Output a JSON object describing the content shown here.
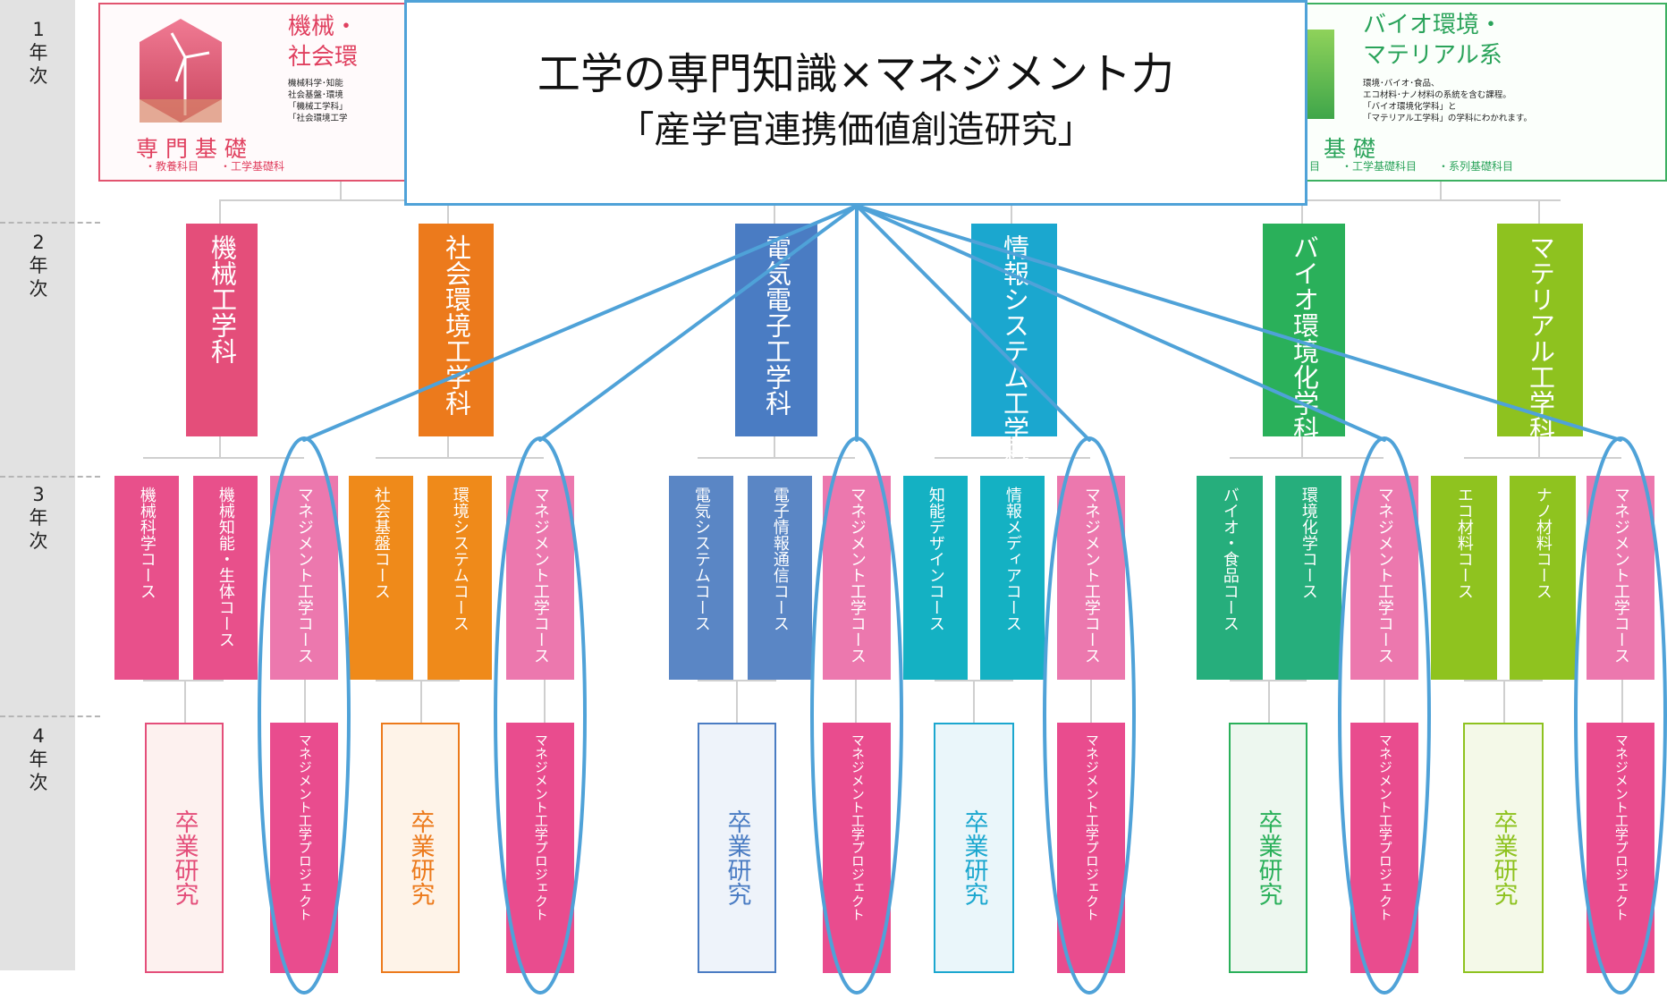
{
  "years": [
    {
      "num": "1",
      "label": "年\n次"
    },
    {
      "num": "2",
      "label": "年\n次"
    },
    {
      "num": "3",
      "label": "年\n次"
    },
    {
      "num": "4",
      "label": "年\n次"
    }
  ],
  "callout": {
    "line1": "工学の専門知識×マネジメント力",
    "line2": "「産学官連携価値創造研究」"
  },
  "panel_left": {
    "title_1": "機械・",
    "title_2": "社会環",
    "desc": "機械科学･知能\n社会基盤･環境\n「機械工学科」\n「社会環境工学",
    "foundation": "専 門 基 礎",
    "subjects": "・教養科目　　・工学基礎科"
  },
  "panel_right": {
    "title_1": "バイオ環境・",
    "title_2": "マテリアル系",
    "desc": "環境･バイオ･食品、\nエコ材料･ナノ材料の系統を含む課程。\n「バイオ環境化学科」と\n「マテリアル工学科」の学科にわかれます。",
    "foundation": "基 礎",
    "subjects": "目　　・工学基礎科目　　・系列基礎科目"
  },
  "departments": [
    {
      "name": "機械工学科",
      "color": "#e44e7a"
    },
    {
      "name": "社会環境工学科",
      "color": "#ec7a1c"
    },
    {
      "name": "電気電子工学科",
      "color": "#4a7cc3"
    },
    {
      "name": "情報システム工学科",
      "color": "#1ba7cf"
    },
    {
      "name": "バイオ環境化学科",
      "color": "#2ab05a"
    },
    {
      "name": "マテリアル工学科",
      "color": "#8ec21f"
    }
  ],
  "courses": [
    {
      "name": "機械科学コース",
      "color": "#e8508b"
    },
    {
      "name": "機械知能・生体コース",
      "color": "#e8508b"
    },
    {
      "name": "マネジメント工学コース",
      "color": "#ec78ae"
    },
    {
      "name": "社会基盤コース",
      "color": "#ef8a1a"
    },
    {
      "name": "環境システムコース",
      "color": "#ef8a1a"
    },
    {
      "name": "マネジメント工学コース",
      "color": "#ec78ae"
    },
    {
      "name": "電気システムコース",
      "color": "#5a86c5"
    },
    {
      "name": "電子情報通信コース",
      "color": "#5a86c5"
    },
    {
      "name": "マネジメント工学コース",
      "color": "#ec78ae"
    },
    {
      "name": "知能デザインコース",
      "color": "#14b1c3"
    },
    {
      "name": "情報メディアコース",
      "color": "#14b1c3"
    },
    {
      "name": "マネジメント工学コース",
      "color": "#ec78ae"
    },
    {
      "name": "バイオ・食品コース",
      "color": "#26ae7c"
    },
    {
      "name": "環境化学コース",
      "color": "#26ae7c"
    },
    {
      "name": "マネジメント工学コース",
      "color": "#ec78ae"
    },
    {
      "name": "エコ材料コース",
      "color": "#8fc31f"
    },
    {
      "name": "ナノ材料コース",
      "color": "#8fc31f"
    },
    {
      "name": "マネジメント工学コース",
      "color": "#ec78ae"
    }
  ],
  "year4": [
    {
      "name": "卒業研究",
      "color": "#e44e7a",
      "fill": "#fdf1ef"
    },
    {
      "name": "マネジメント工学プロジェクト"
    },
    {
      "name": "卒業研究",
      "color": "#ec7a1c",
      "fill": "#fef3e8"
    },
    {
      "name": "マネジメント工学プロジェクト"
    },
    {
      "name": "卒業研究",
      "color": "#4a7cc3",
      "fill": "#eef3fa"
    },
    {
      "name": "マネジメント工学プロジェクト"
    },
    {
      "name": "卒業研究",
      "color": "#1ba7cf",
      "fill": "#eaf6fa"
    },
    {
      "name": "マネジメント工学プロジェクト"
    },
    {
      "name": "卒業研究",
      "color": "#2ab05a",
      "fill": "#edf7ef"
    },
    {
      "name": "マネジメント工学プロジェクト"
    },
    {
      "name": "卒業研究",
      "color": "#8ec21f",
      "fill": "#f4f9e8"
    },
    {
      "name": "マネジメント工学プロジェクト"
    }
  ],
  "colors": {
    "highlight": "#4fa2d8",
    "connector": "#cfcfcf",
    "management": "#e94c8e"
  }
}
